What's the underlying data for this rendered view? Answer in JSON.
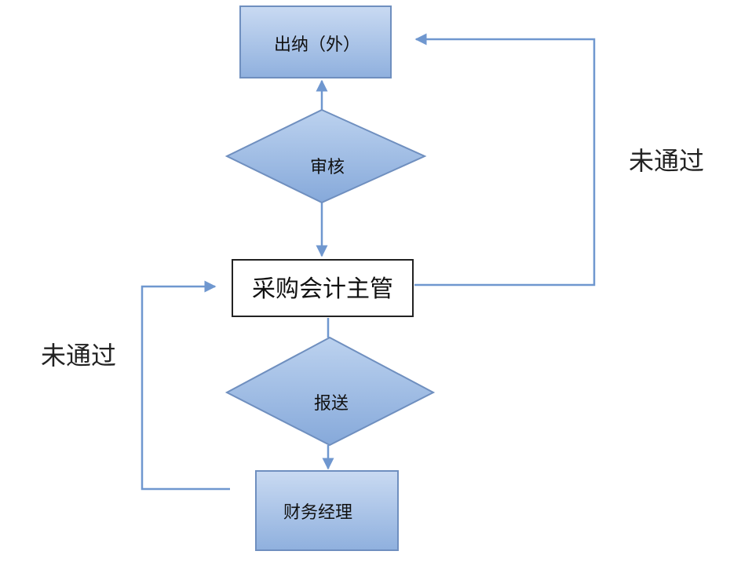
{
  "nodes": {
    "cashier": {
      "label": "出纳（外）"
    },
    "review": {
      "label": "审核"
    },
    "supervisor": {
      "label": "采购会计主管"
    },
    "submit": {
      "label": "报送"
    },
    "finance_manager": {
      "label": "财务经理"
    }
  },
  "edges": {
    "right_return": {
      "label": "未通过"
    },
    "left_return": {
      "label": "未通过"
    }
  },
  "colors": {
    "box_light": "#c9daf2",
    "box_dark": "#8fb0de",
    "edge": "#6f97cf",
    "outline": "#6f8fbf"
  }
}
